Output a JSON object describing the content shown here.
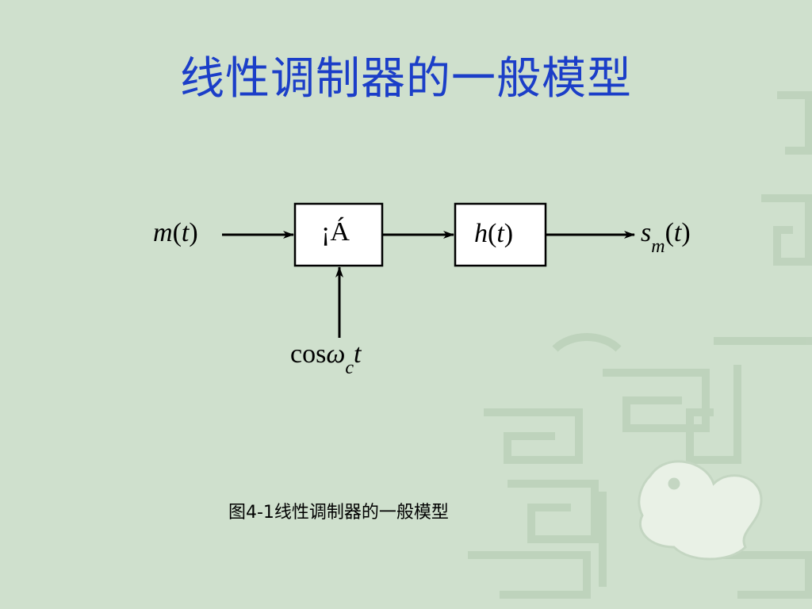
{
  "slide": {
    "title": "线性调制器的一般模型",
    "caption": "图4-1线性调制器的一般模型"
  },
  "diagram": {
    "input": {
      "func": "m",
      "arg": "t"
    },
    "multiplier_label": "¡Á",
    "filter": {
      "func": "h",
      "arg": "t"
    },
    "output": {
      "func": "s",
      "sub": "m",
      "arg": "t"
    },
    "carrier": {
      "prefix": "cos",
      "omega": "ω",
      "sub": "c",
      "arg": "t"
    }
  },
  "colors": {
    "background": "#cfe0cd",
    "title": "#1b3ec8",
    "box_fill": "#ffffff",
    "line": "#000000"
  }
}
